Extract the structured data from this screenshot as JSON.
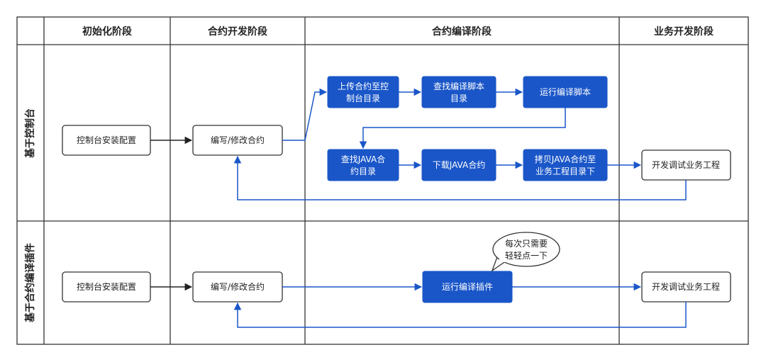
{
  "columns": [
    "初始化阶段",
    "合约开发阶段",
    "合约编译阶段",
    "业务开发阶段"
  ],
  "rows": [
    "基于控制台",
    "基于合约编译插件"
  ],
  "row1": {
    "install": "控制台安装配置",
    "edit": "编写/修改合约",
    "upload": [
      "上传合约至控",
      "制台目录"
    ],
    "find_script": [
      "查找编译脚本",
      "目录"
    ],
    "run_script": "运行编译脚本",
    "find_java": [
      "查找JAVA合",
      "约目录"
    ],
    "download_java": "下载JAVA合约",
    "copy_java": [
      "拷贝JAVA合约至",
      "业务工程目录下"
    ],
    "dev": "开发调试业务工程"
  },
  "row2": {
    "install": "控制台安装配置",
    "edit": "编写/修改合约",
    "run_plugin": "运行编译插件",
    "dev": "开发调试业务工程",
    "bubble": [
      "每次只需要",
      "轻轻点一下"
    ]
  },
  "colors": {
    "accent": "#1a56c8",
    "border": "#333333"
  }
}
